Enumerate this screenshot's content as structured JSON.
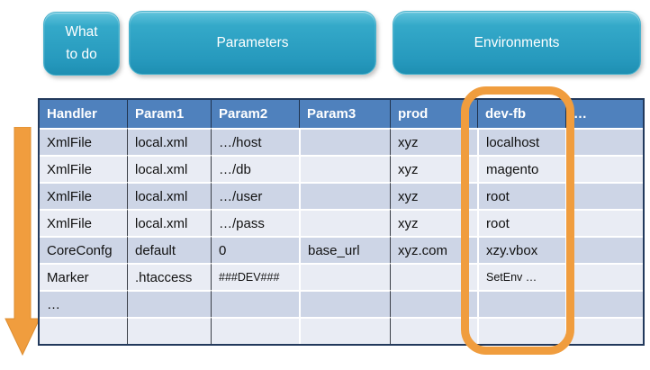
{
  "buttons": {
    "what_to_do": "What to do",
    "parameters": "Parameters",
    "environments": "Environments"
  },
  "table": {
    "headers": [
      "Handler",
      "Param1",
      "Param2",
      "Param3",
      "prod",
      "dev-fb",
      "…"
    ],
    "rows": [
      [
        "XmlFile",
        "local.xml",
        "…/host",
        "",
        "xyz",
        "localhost",
        ""
      ],
      [
        "XmlFile",
        "local.xml",
        "…/db",
        "",
        "xyz",
        "magento",
        ""
      ],
      [
        "XmlFile",
        "local.xml",
        "…/user",
        "",
        "xyz",
        "root",
        ""
      ],
      [
        "XmlFile",
        "local.xml",
        "…/pass",
        "",
        "xyz",
        "root",
        ""
      ],
      [
        "CoreConfg",
        "default",
        "0",
        "base_url",
        "xyz.com",
        "xzy.vbox",
        ""
      ],
      [
        "Marker",
        ".htaccess",
        "###DEV###",
        "",
        "",
        "SetEnv …",
        ""
      ],
      [
        "…",
        "",
        "",
        "",
        "",
        "",
        ""
      ],
      [
        "",
        "",
        "",
        "",
        "",
        "",
        ""
      ]
    ]
  },
  "colors": {
    "button_teal": "#2ea4c6",
    "header_blue": "#4f81bd",
    "band_dark": "#cdd5e6",
    "band_light": "#e9ecf4",
    "highlight_orange": "#f09d3e",
    "table_border": "#22395c"
  }
}
